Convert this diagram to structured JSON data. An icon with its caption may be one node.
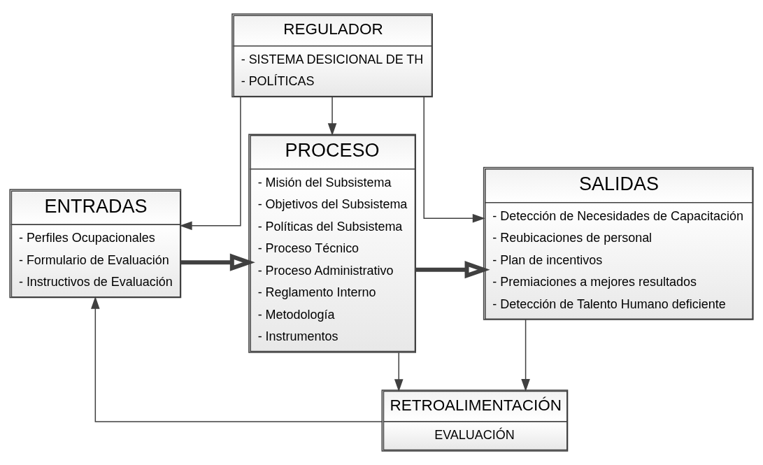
{
  "diagram": {
    "nodes": [
      {
        "text": [
          "REGULADOR",
          "- SISTEMA DESICIONAL DE TH",
          "- POLÍTICAS"
        ]
      },
      {
        "text": [
          "ENTRADAS",
          "- Perfiles Ocupacionales",
          "- Formulario de Evaluación",
          "- Instructivos de Evaluación"
        ]
      },
      {
        "text": [
          "PROCESO",
          "- Misión del Subsistema",
          "- Objetivos del Subsistema",
          "- Políticas del Subsistema",
          "- Proceso Técnico",
          "- Proceso Administrativo",
          "- Reglamento Interno",
          "- Metodología",
          "- Instrumentos"
        ]
      },
      {
        "text": [
          "SALIDAS",
          "- Detección de Necesidades de Capacitación",
          "- Reubicaciones de personal",
          "- Plan de incentivos",
          "- Premiaciones a mejores resultados",
          "- Detección de Talento Humano deficiente"
        ]
      },
      {
        "text": [
          "RETROALIMENTACIÓN",
          "EVALUACIÓN"
        ]
      }
    ],
    "edges": [
      {
        "from": 0,
        "to": 1,
        "arrow": "to"
      },
      {
        "from": 0,
        "to": 2,
        "arrow": "to"
      },
      {
        "from": 0,
        "to": 3,
        "arrow": "to"
      },
      {
        "from": 1,
        "to": 2,
        "arrow": "to",
        "style": "thick"
      },
      {
        "from": 2,
        "to": 3,
        "arrow": "to",
        "style": "thick"
      },
      {
        "from": 2,
        "to": 4,
        "arrow": "to"
      },
      {
        "from": 3,
        "to": 4,
        "arrow": "to"
      },
      {
        "from": 4,
        "to": 1,
        "arrow": "to"
      }
    ]
  }
}
